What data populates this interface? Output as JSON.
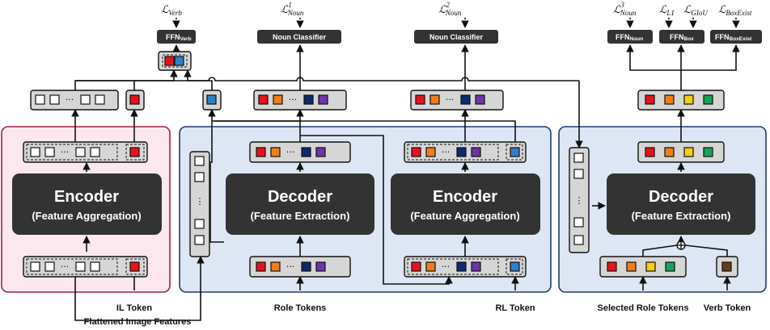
{
  "panels": {
    "left_fill": "#fde7ef",
    "left_stroke": "#a0203a",
    "mid_fill": "#dde6f4",
    "mid_stroke": "#1f3b6e",
    "right_fill": "#dde6f4",
    "right_stroke": "#1f3b6e"
  },
  "colors": {
    "red": "#e8121e",
    "orange": "#f07d1a",
    "navy": "#0d2a6e",
    "purple": "#6d35a8",
    "blue": "#2e7fc5",
    "yellow": "#f4cf12",
    "green": "#1aa356",
    "brown": "#6b3a1e",
    "block": "#333333"
  },
  "blocks": {
    "enc1": {
      "title": "Encoder",
      "subtitle": "(Feature Aggregation)"
    },
    "dec1": {
      "title": "Decoder",
      "subtitle": "(Feature Extraction)"
    },
    "enc2": {
      "title": "Encoder",
      "subtitle": "(Feature Aggregation)"
    },
    "dec2": {
      "title": "Decoder",
      "subtitle": "(Feature Extraction)"
    }
  },
  "heads": {
    "ffn_verb": {
      "main": "FFN",
      "sub": "Verb"
    },
    "noun_cls_1": "Noun Classifier",
    "noun_cls_2": "Noun Classifier",
    "ffn_noun": {
      "main": "FFN",
      "sub": "Noun"
    },
    "ffn_box": {
      "main": "FFN",
      "sub": "Box"
    },
    "ffn_boxexist": {
      "main": "FFN",
      "sub": "BoxExist"
    }
  },
  "losses": {
    "verb": {
      "main": "ℒ",
      "sub": "Verb"
    },
    "noun1": {
      "main": "ℒ",
      "sup": "1",
      "sub": "Noun"
    },
    "noun2": {
      "main": "ℒ",
      "sup": "2",
      "sub": "Noun"
    },
    "noun3": {
      "main": "ℒ",
      "sup": "3",
      "sub": "Noun"
    },
    "l1": {
      "main": "ℒ",
      "sub": "L1"
    },
    "giou": {
      "main": "ℒ",
      "sub": "GIoU"
    },
    "boxexist": {
      "main": "ℒ",
      "sub": "BoxExist"
    }
  },
  "labels": {
    "il_token": "IL Token",
    "flattened": "Flattened Image Features",
    "role_tokens": "Role Tokens",
    "rl_token": "RL Token",
    "selected_role_tokens": "Selected Role Tokens",
    "verb_token": "Verb Token"
  },
  "symbols": {
    "dots": "···",
    "vdots": "⋮",
    "plus": "⊕"
  }
}
